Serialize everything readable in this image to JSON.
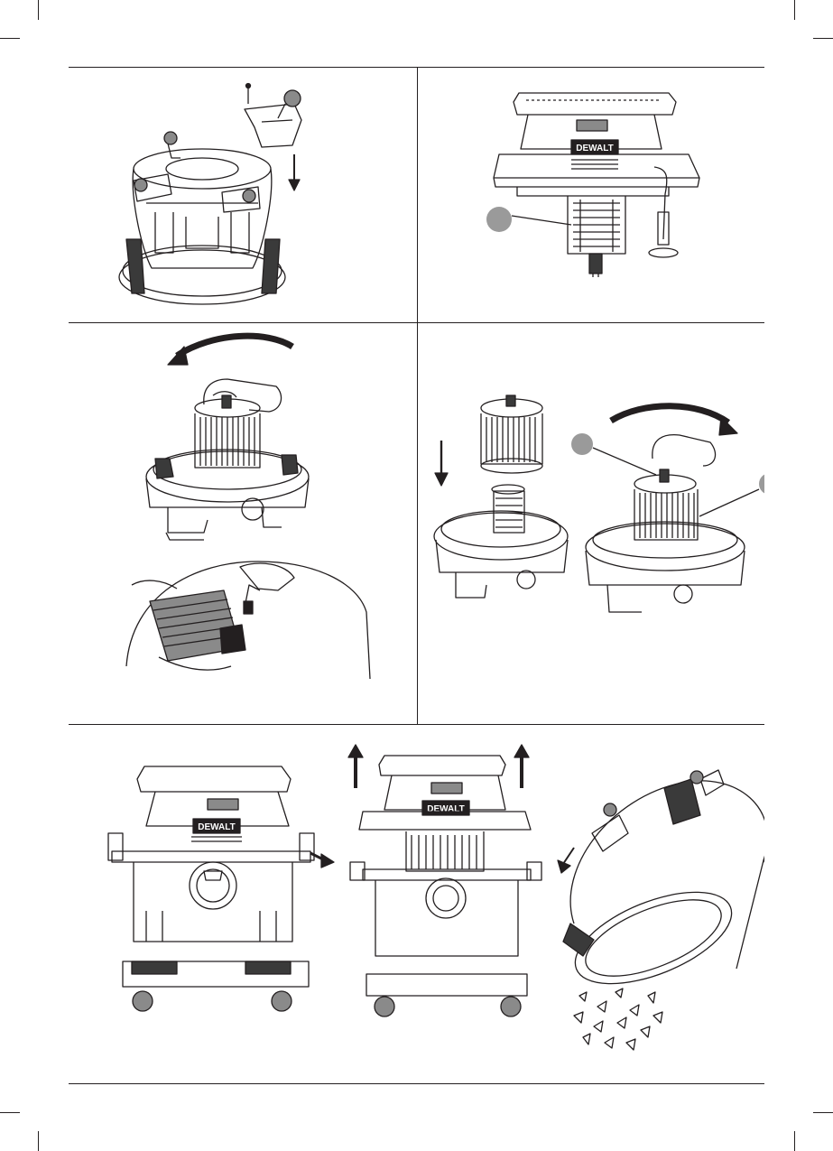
{
  "document": {
    "type": "instruction-manual-illustration-page",
    "panel_count": 5
  },
  "brand": {
    "logo_text": "DEWALT"
  },
  "panels": [
    {
      "id": "fig-a",
      "alt": "Caster bracket screwed onto the bottom of the drum"
    },
    {
      "id": "fig-b",
      "alt": "Powerhead with filter cage and callout"
    },
    {
      "id": "fig-c",
      "alt": "Twisting the cartridge filter off and tapping it clean"
    },
    {
      "id": "fig-d",
      "alt": "Installing the cartridge filter with two callouts"
    },
    {
      "id": "fig-e",
      "alt": "Removing the powerhead and emptying the drum"
    }
  ],
  "colors": {
    "line": "#231f20",
    "fill_dark": "#3a3a3a",
    "fill_mid": "#8a8a8a",
    "callout": "#9a9a9a"
  }
}
